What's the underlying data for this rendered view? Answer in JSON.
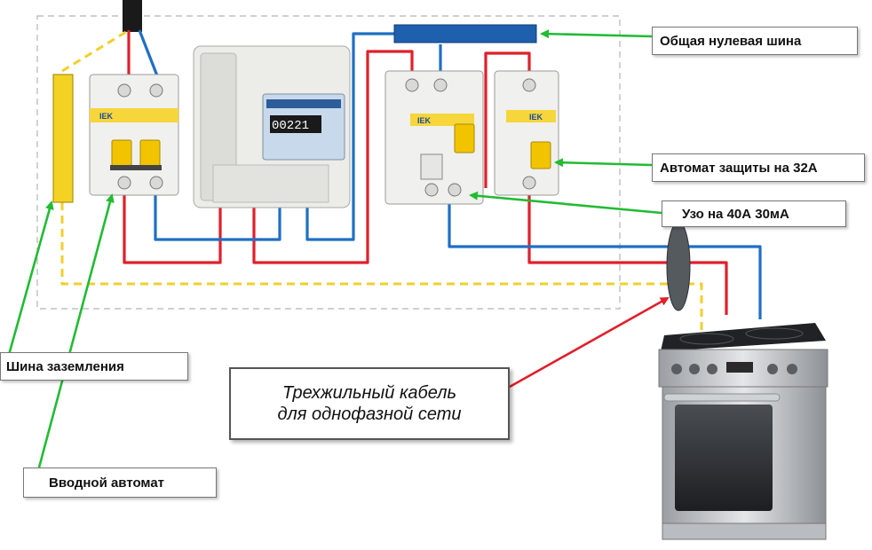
{
  "labels": {
    "neutral_bus": "Общая нулевая шина",
    "breaker": "Автомат защиты на 32А",
    "rcd": "Узо на 40А 30мА",
    "ground_bus": "Шина заземления",
    "input_breaker": "Вводной автомат",
    "cable_line1": "Трехжильный кабель",
    "cable_line2": "для однофазной сети"
  },
  "device_markings": {
    "brand": "IEK",
    "meter_reading": "00221"
  },
  "colors": {
    "phase_wire": "#e0202a",
    "neutral_wire": "#1f6fc4",
    "ground_wire": "#f2cf2e",
    "pointer_arrow": "#22bb33",
    "cable_arrow": "#e0202a",
    "neutral_bus": "#1e5fae",
    "ground_bus": "#f3d224"
  }
}
